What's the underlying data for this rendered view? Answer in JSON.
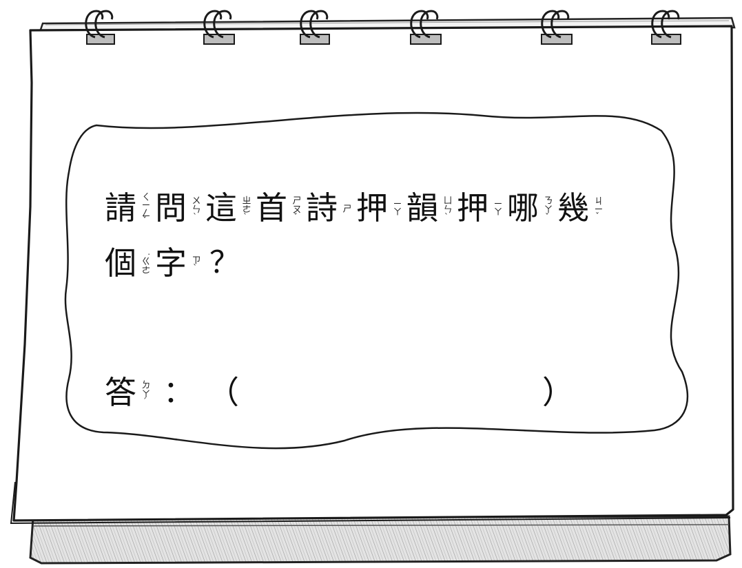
{
  "question": {
    "line1": [
      {
        "char": "請",
        "zhuyin": "ㄑㄧㄥ",
        "tone": "ˇ"
      },
      {
        "char": "問",
        "zhuyin": "ㄨㄣ",
        "tone": "ˋ"
      },
      {
        "char": "這",
        "zhuyin": "ㄓㄜ",
        "tone": "ˋ"
      },
      {
        "char": "首",
        "zhuyin": "ㄕㄡ",
        "tone": "ˇ"
      },
      {
        "char": "詩",
        "zhuyin": "ㄕ",
        "tone": ""
      },
      {
        "char": "押",
        "zhuyin": "ㄧㄚ",
        "tone": ""
      },
      {
        "char": "韻",
        "zhuyin": "ㄩㄣ",
        "tone": "ˋ"
      },
      {
        "char": "押",
        "zhuyin": "ㄧㄚ",
        "tone": ""
      },
      {
        "char": "哪",
        "zhuyin": "ㄋㄚ",
        "tone": "ˇ"
      },
      {
        "char": "幾",
        "zhuyin": "ㄐㄧ",
        "tone": "ˇ"
      }
    ],
    "line2": [
      {
        "char": "個",
        "zhuyin": "˙ㄍㄜ",
        "tone": ""
      },
      {
        "char": "字",
        "zhuyin": "ㄗ",
        "tone": "ˋ"
      }
    ],
    "end_mark": "？"
  },
  "answer": {
    "char": "答",
    "zhuyin": "ㄉㄚ",
    "tone": "ˊ",
    "colon": "：",
    "open_paren": "（",
    "close_paren": "）"
  }
}
